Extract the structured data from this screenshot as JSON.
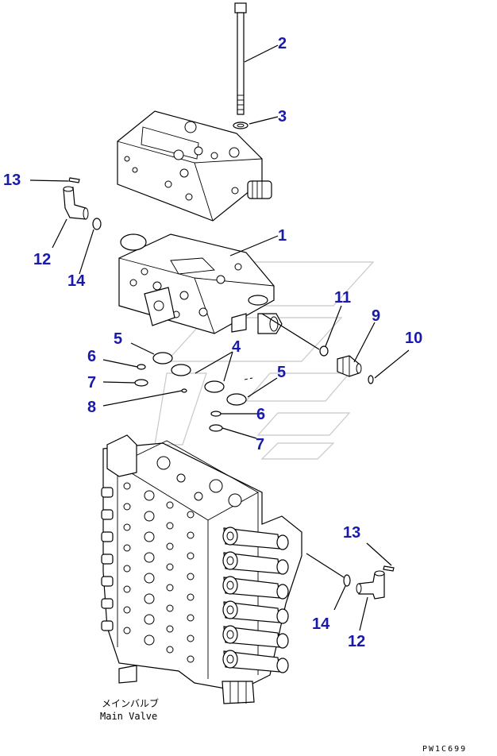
{
  "callouts": [
    {
      "id": "c2",
      "text": "2"
    },
    {
      "id": "c3",
      "text": "3"
    },
    {
      "id": "c13a",
      "text": "13"
    },
    {
      "id": "c12a",
      "text": "12"
    },
    {
      "id": "c14a",
      "text": "14"
    },
    {
      "id": "c1",
      "text": "1"
    },
    {
      "id": "c11",
      "text": "11"
    },
    {
      "id": "c9",
      "text": "9"
    },
    {
      "id": "c10",
      "text": "10"
    },
    {
      "id": "c5a",
      "text": "5"
    },
    {
      "id": "c4",
      "text": "4"
    },
    {
      "id": "c6a",
      "text": "6"
    },
    {
      "id": "c7a",
      "text": "7"
    },
    {
      "id": "c5b",
      "text": "5"
    },
    {
      "id": "c8",
      "text": "8"
    },
    {
      "id": "c6b",
      "text": "6"
    },
    {
      "id": "c7b",
      "text": "7"
    },
    {
      "id": "c13b",
      "text": "13"
    },
    {
      "id": "c14b",
      "text": "14"
    },
    {
      "id": "c12b",
      "text": "12"
    }
  ],
  "caption": {
    "jp": "メインバルブ",
    "en": "Main Valve"
  },
  "drawing_code": "PW1C699",
  "colors": {
    "callout": "#1a1aaa",
    "line": "#000000",
    "watermark": "#c8c8c8"
  }
}
